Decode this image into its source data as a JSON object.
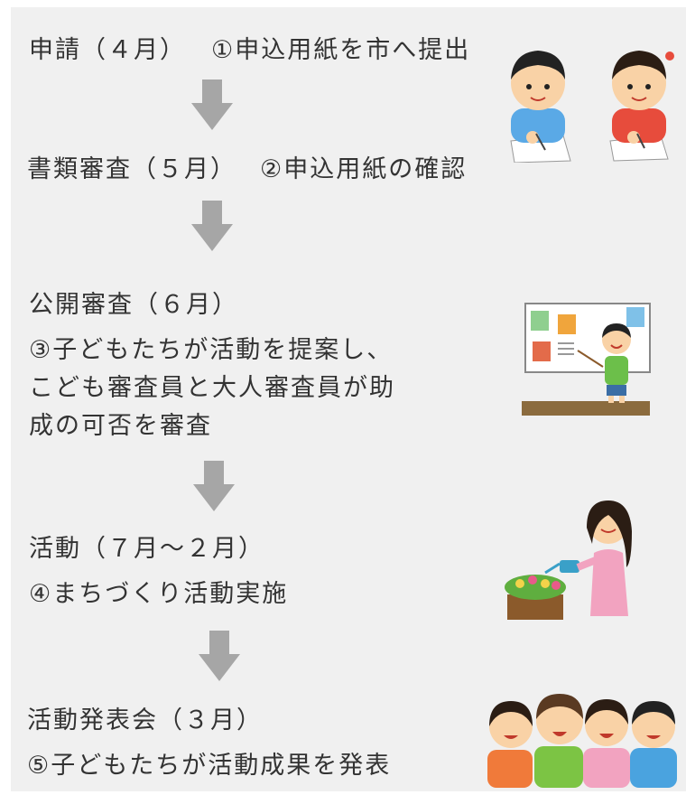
{
  "steps": [
    {
      "title": "申請（４月）",
      "detail": "①申込用紙を市へ提出"
    },
    {
      "title": "書類審査（５月）",
      "detail": "②申込用紙の確認"
    },
    {
      "title": "公開審査（６月）",
      "detail_lines": [
        "③子どもたちが活動を提案し、",
        "こども審査員と大人審査員が助",
        "成の可否を審査"
      ]
    },
    {
      "title": "活動（７月～２月）",
      "detail": "④まちづくり活動実施"
    },
    {
      "title": "活動発表会（３月）",
      "detail": "⑤子どもたちが活動成果を発表"
    }
  ],
  "colors": {
    "panel": "#f0f0f0",
    "arrow": "#a6a6a6",
    "text": "#333333"
  },
  "icons": [
    "down-arrow-icon",
    "children-writing-illustration",
    "child-presenting-illustration",
    "woman-watering-flowers-illustration",
    "group-of-children-illustration"
  ]
}
